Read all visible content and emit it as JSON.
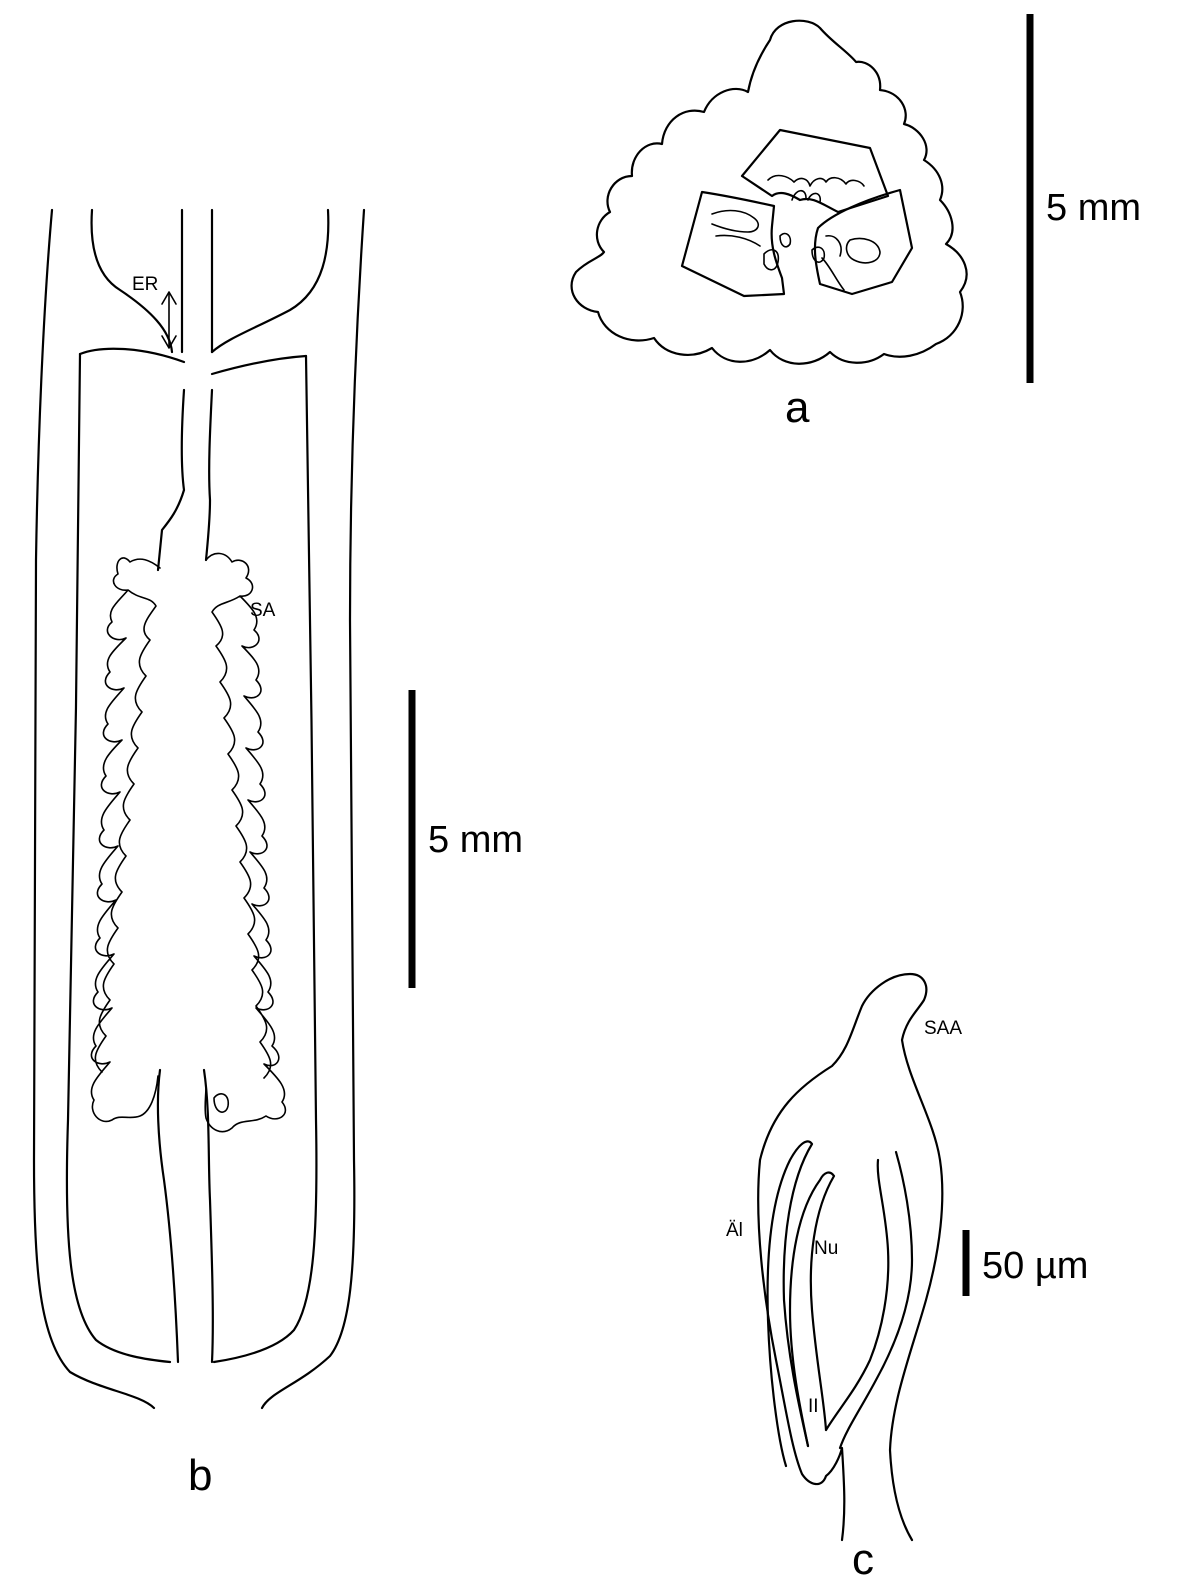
{
  "panels": {
    "a": {
      "label": "a",
      "scale_text": "5 mm"
    },
    "b": {
      "label": "b",
      "scale_text": "5 mm",
      "annotations": {
        "er": "ER",
        "sa": "SA"
      }
    },
    "c": {
      "label": "c",
      "scale_text": "50 µm",
      "annotations": {
        "saa": "SAA",
        "ai": "Äl",
        "nu": "Nu",
        "ii": "II"
      }
    }
  }
}
